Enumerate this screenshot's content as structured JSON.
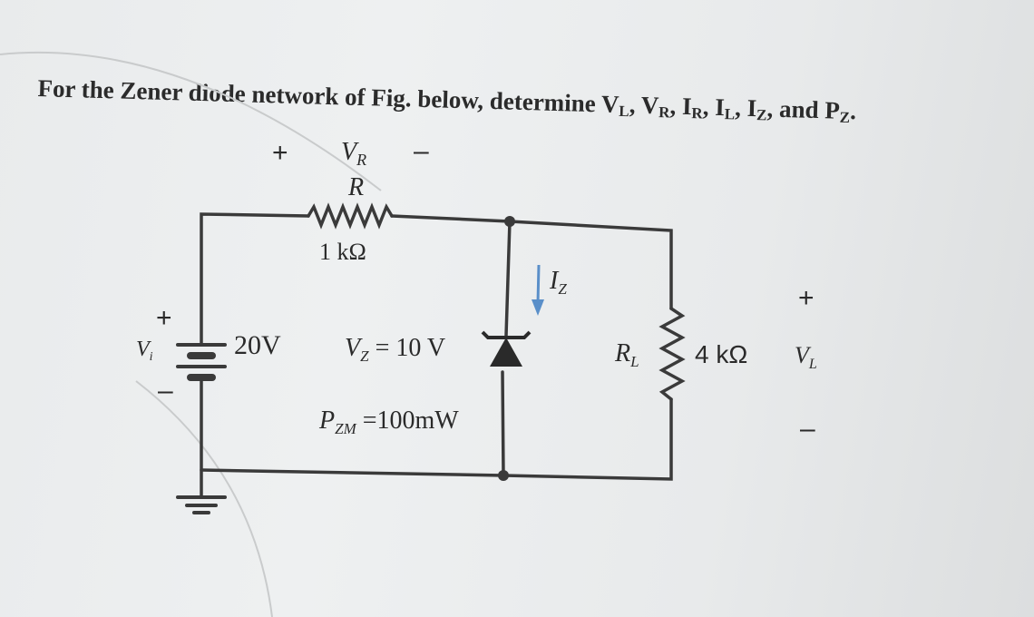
{
  "question": {
    "prefix": "For the Zener diode network of Fig. below, determine",
    "vars": [
      {
        "main": "V",
        "sub": "L",
        "after": ", "
      },
      {
        "main": "V",
        "sub": "R",
        "after": ", "
      },
      {
        "main": "I",
        "sub": "R",
        "after": ", "
      },
      {
        "main": "I",
        "sub": "L",
        "after": ", "
      },
      {
        "main": "I",
        "sub": "Z",
        "after": ", and "
      },
      {
        "main": "P",
        "sub": "Z",
        "after": "."
      }
    ]
  },
  "circuit": {
    "vr_plus": "+",
    "vr_main": "V",
    "vr_sub": "R",
    "vr_minus": "–",
    "r_label": "R",
    "r_value": "1 kΩ",
    "source_plus": "+",
    "source_minus": "–",
    "vi_main": "V",
    "vi_sub": "i",
    "source_value": "20V",
    "vz_main": "V",
    "vz_sub": "Z",
    "vz_rest": " = 10 V",
    "pzm_main": "P",
    "pzm_sub": "ZM",
    "pzm_rest": " =100mW",
    "iz_main": "I",
    "iz_sub": "Z",
    "rl_main": "R",
    "rl_sub": "L",
    "rl_value": "4 kΩ",
    "vl_plus": "+",
    "vl_main": "V",
    "vl_sub": "L",
    "vl_minus": "–"
  },
  "colors": {
    "wire": "#3a3a3a",
    "arrow": "#5a8fc9",
    "text": "#2b2b2b"
  }
}
